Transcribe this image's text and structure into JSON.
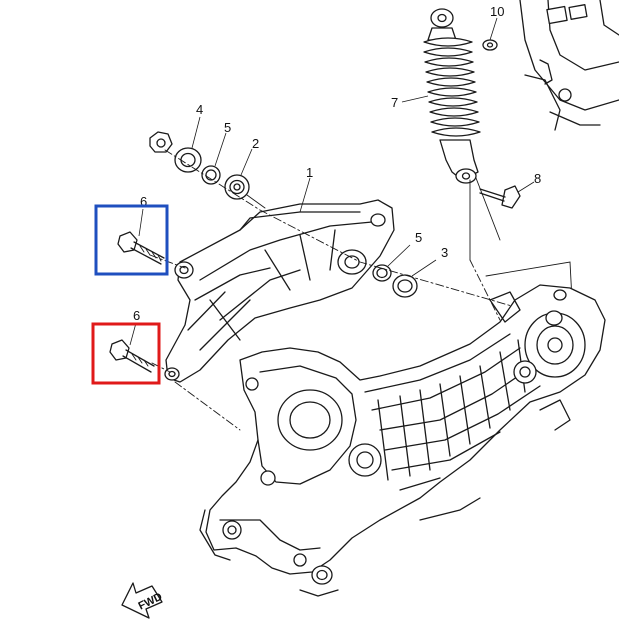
{
  "callouts": {
    "c1": "1",
    "c2": "2",
    "c3": "3",
    "c4": "4",
    "c5a": "5",
    "c5b": "5",
    "c6a": "6",
    "c6b": "6",
    "c7": "7",
    "c8": "8",
    "c10": "10"
  },
  "direction_arrow": "FWD",
  "highlights": {
    "upper_bolt_box_color": "#1f4fbf",
    "lower_bolt_box_color": "#e01a1a"
  }
}
